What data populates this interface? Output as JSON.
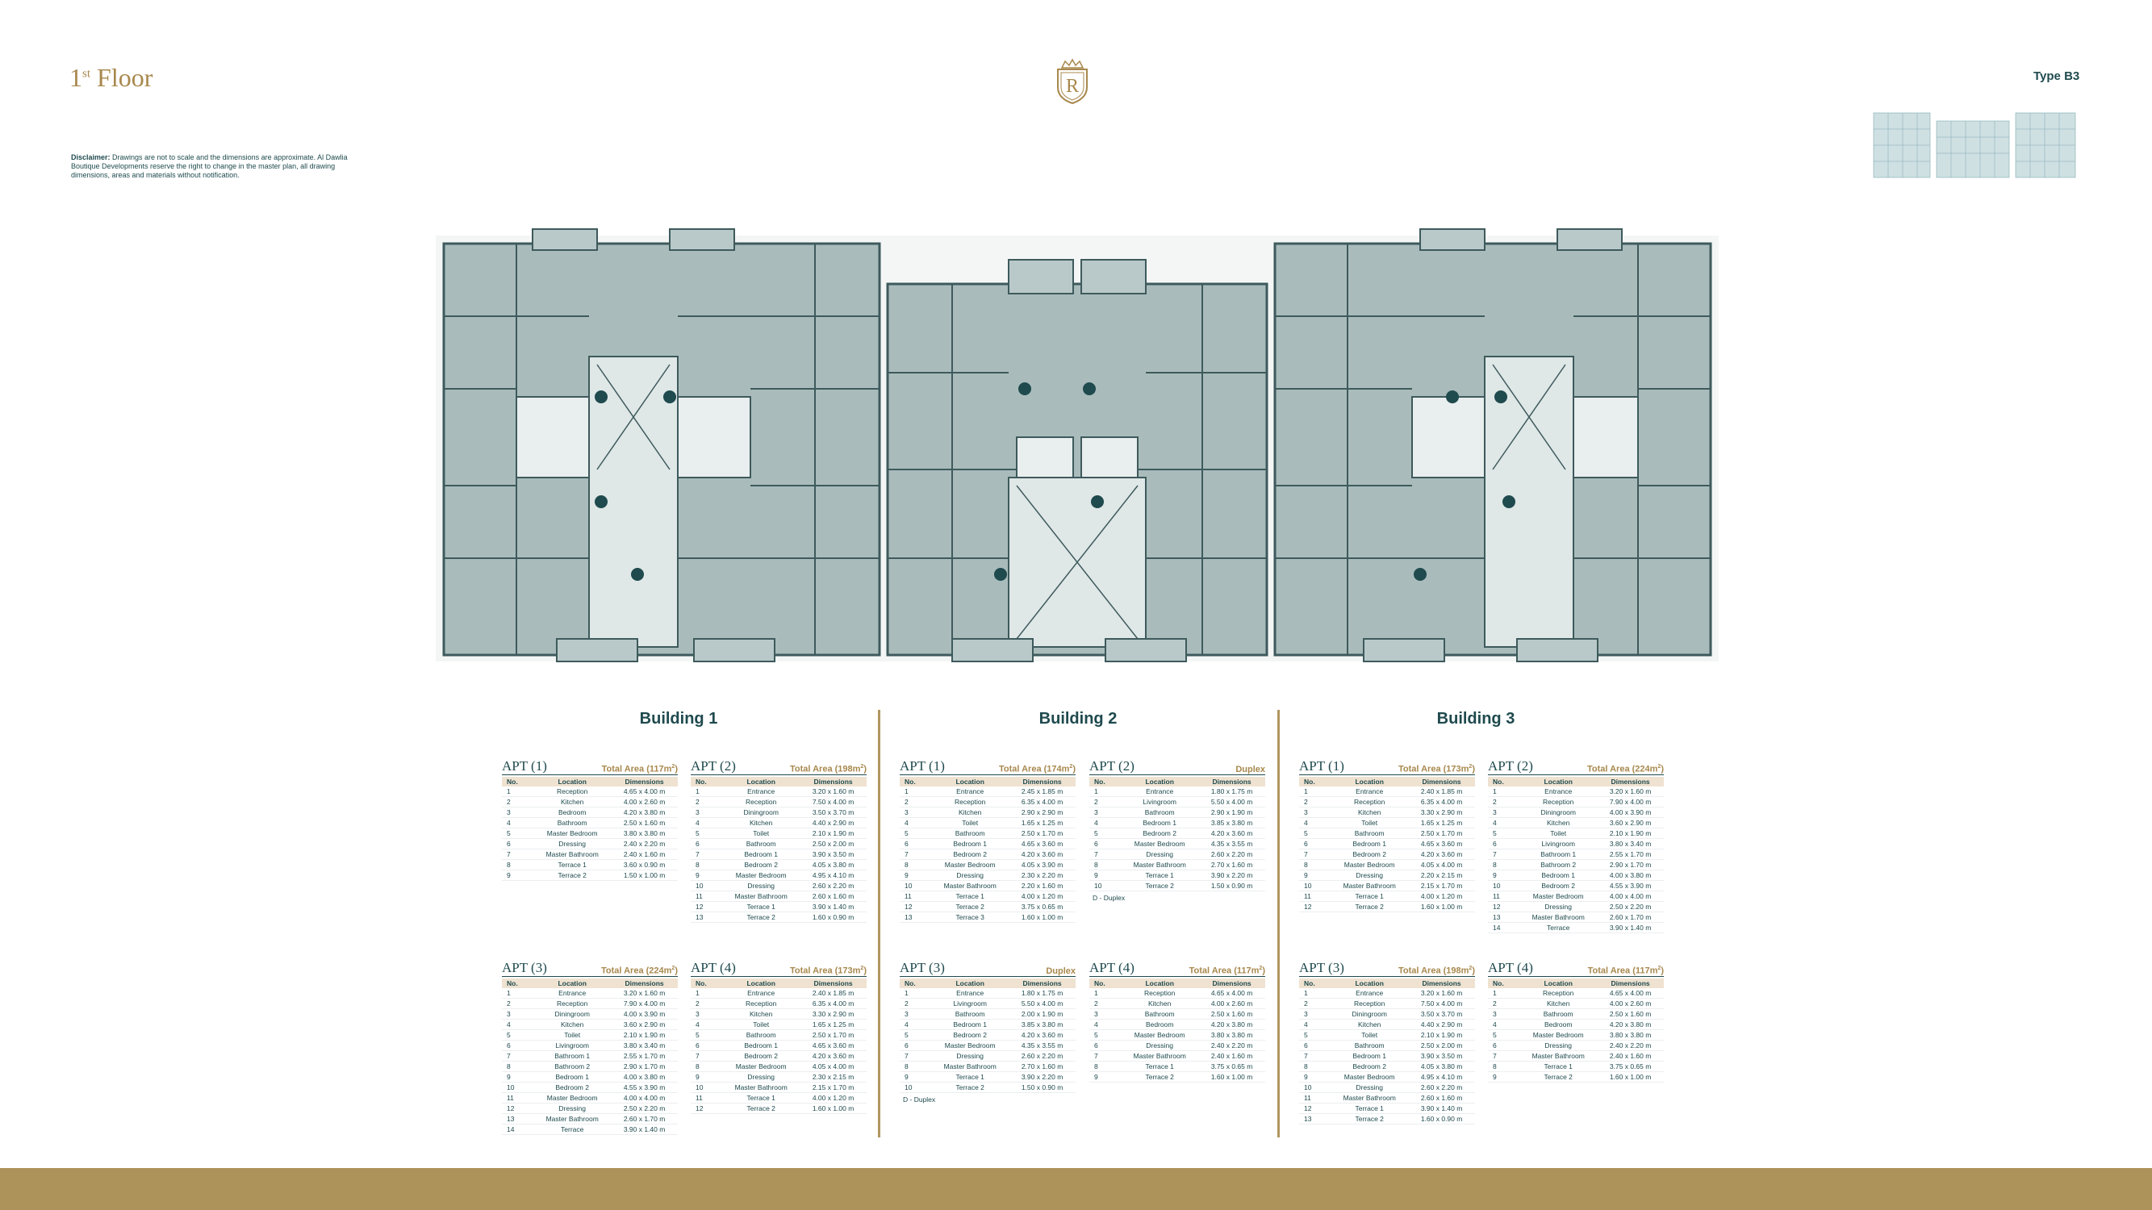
{
  "header": {
    "floor_main": "1",
    "floor_sup": "st",
    "floor_rest": " Floor",
    "type_label": "Type B3",
    "logo_letter": "R",
    "disclaimer_lead": "Disclaimer:",
    "disclaimer_text": " Drawings are not to scale and the dimensions are approximate. Al Dawlia Boutique Developments reserve the right to change in the master plan, all drawing dimensions, areas and materials without notification."
  },
  "colors": {
    "brand_gold": "#a8884d",
    "text_dark": "#1f4a4e",
    "footer_bar": "#ad9259",
    "plan_fill": "#a9bcbb",
    "header_row": "#efe2d1"
  },
  "columns": {
    "no": "No.",
    "location": "Location",
    "dimensions": "Dimensions"
  },
  "unit_sup": "2",
  "buildings": [
    {
      "name": "Building 1",
      "apartments": [
        {
          "name": "APT (1)",
          "area_label": "Total Area (117m",
          "note": "",
          "rows": [
            [
              "1",
              "Reception",
              "4.65 x 4.00 m"
            ],
            [
              "2",
              "Kitchen",
              "4.00 x 2.60 m"
            ],
            [
              "3",
              "Bedroom",
              "4.20 x 3.80 m"
            ],
            [
              "4",
              "Bathroom",
              "2.50 x 1.60 m"
            ],
            [
              "5",
              "Master Bedroom",
              "3.80 x 3.80 m"
            ],
            [
              "6",
              "Dressing",
              "2.40 x 2.20 m"
            ],
            [
              "7",
              "Master Bathroom",
              "2.40 x 1.60 m"
            ],
            [
              "8",
              "Terrace 1",
              "3.60 x 0.90 m"
            ],
            [
              "9",
              "Terrace 2",
              "1.50 x 1.00 m"
            ]
          ]
        },
        {
          "name": "APT (2)",
          "area_label": "Total Area (198m",
          "note": "",
          "rows": [
            [
              "1",
              "Entrance",
              "3.20 x 1.60 m"
            ],
            [
              "2",
              "Reception",
              "7.50 x 4.00 m"
            ],
            [
              "3",
              "Diningroom",
              "3.50 x 3.70 m"
            ],
            [
              "4",
              "Kitchen",
              "4.40 x 2.90 m"
            ],
            [
              "5",
              "Toilet",
              "2.10 x 1.90 m"
            ],
            [
              "6",
              "Bathroom",
              "2.50 x 2.00 m"
            ],
            [
              "7",
              "Bedroom 1",
              "3.90 x 3.50 m"
            ],
            [
              "8",
              "Bedroom 2",
              "4.05 x 3.80 m"
            ],
            [
              "9",
              "Master Bedroom",
              "4.95 x 4.10 m"
            ],
            [
              "10",
              "Dressing",
              "2.60 x 2.20 m"
            ],
            [
              "11",
              "Master Bathroom",
              "2.60 x 1.60 m"
            ],
            [
              "12",
              "Terrace 1",
              "3.90 x 1.40 m"
            ],
            [
              "13",
              "Terrace 2",
              "1.60 x 0.90 m"
            ]
          ]
        },
        {
          "name": "APT (3)",
          "area_label": "Total Area (224m",
          "note": "",
          "rows": [
            [
              "1",
              "Entrance",
              "3.20 x 1.60 m"
            ],
            [
              "2",
              "Reception",
              "7.90 x 4.00 m"
            ],
            [
              "3",
              "Diningroom",
              "4.00 x 3.90 m"
            ],
            [
              "4",
              "Kitchen",
              "3.60 x 2.90 m"
            ],
            [
              "5",
              "Toilet",
              "2.10 x 1.90 m"
            ],
            [
              "6",
              "Livingroom",
              "3.80 x 3.40 m"
            ],
            [
              "7",
              "Bathroom 1",
              "2.55 x 1.70 m"
            ],
            [
              "8",
              "Bathroom 2",
              "2.90 x 1.70 m"
            ],
            [
              "9",
              "Bedroom 1",
              "4.00 x 3.80 m"
            ],
            [
              "10",
              "Bedroom 2",
              "4.55 x 3.90 m"
            ],
            [
              "11",
              "Master Bedroom",
              "4.00 x 4.00 m"
            ],
            [
              "12",
              "Dressing",
              "2.50 x 2.20 m"
            ],
            [
              "13",
              "Master Bathroom",
              "2.60 x 1.70 m"
            ],
            [
              "14",
              "Terrace",
              "3.90 x 1.40 m"
            ]
          ]
        },
        {
          "name": "APT (4)",
          "area_label": "Total Area (173m",
          "note": "",
          "rows": [
            [
              "1",
              "Entrance",
              "2.40 x 1.85 m"
            ],
            [
              "2",
              "Reception",
              "6.35 x 4.00 m"
            ],
            [
              "3",
              "Kitchen",
              "3.30 x 2.90 m"
            ],
            [
              "4",
              "Toilet",
              "1.65 x 1.25 m"
            ],
            [
              "5",
              "Bathroom",
              "2.50 x 1.70 m"
            ],
            [
              "6",
              "Bedroom 1",
              "4.65 x 3.60 m"
            ],
            [
              "7",
              "Bedroom 2",
              "4.20 x 3.60 m"
            ],
            [
              "8",
              "Master Bedroom",
              "4.05 x 4.00 m"
            ],
            [
              "9",
              "Dressing",
              "2.30 x 2.15 m"
            ],
            [
              "10",
              "Master Bathroom",
              "2.15 x 1.70 m"
            ],
            [
              "11",
              "Terrace 1",
              "4.00 x 1.20 m"
            ],
            [
              "12",
              "Terrace 2",
              "1.60 x 1.00 m"
            ]
          ]
        }
      ]
    },
    {
      "name": "Building 2",
      "apartments": [
        {
          "name": "APT (1)",
          "area_label": "Total Area (174m",
          "note": "",
          "rows": [
            [
              "1",
              "Entrance",
              "2.45 x 1.85 m"
            ],
            [
              "2",
              "Reception",
              "6.35 x 4.00 m"
            ],
            [
              "3",
              "Kitchen",
              "2.90 x 2.90 m"
            ],
            [
              "4",
              "Toilet",
              "1.65 x 1.25 m"
            ],
            [
              "5",
              "Bathroom",
              "2.50 x 1.70 m"
            ],
            [
              "6",
              "Bedroom 1",
              "4.65 x 3.60 m"
            ],
            [
              "7",
              "Bedroom 2",
              "4.20 x 3.60 m"
            ],
            [
              "8",
              "Master Bedroom",
              "4.05 x 3.90 m"
            ],
            [
              "9",
              "Dressing",
              "2.30 x 2.20 m"
            ],
            [
              "10",
              "Master Bathroom",
              "2.20 x 1.60 m"
            ],
            [
              "11",
              "Terrace 1",
              "4.00 x 1.20 m"
            ],
            [
              "12",
              "Terrace 2",
              "3.75 x 0.65 m"
            ],
            [
              "13",
              "Terrace 3",
              "1.60 x 1.00 m"
            ]
          ]
        },
        {
          "name": "APT (2)",
          "area_label": "Duplex",
          "note": "D - Duplex",
          "rows": [
            [
              "1",
              "Entrance",
              "1.80 x 1.75 m"
            ],
            [
              "2",
              "Livingroom",
              "5.50 x 4.00 m"
            ],
            [
              "3",
              "Bathroom",
              "2.90 x 1.90 m"
            ],
            [
              "4",
              "Bedroom 1",
              "3.85 x 3.80 m"
            ],
            [
              "5",
              "Bedroom 2",
              "4.20 x 3.60 m"
            ],
            [
              "6",
              "Master Bedroom",
              "4.35 x 3.55 m"
            ],
            [
              "7",
              "Dressing",
              "2.60 x 2.20 m"
            ],
            [
              "8",
              "Master Bathroom",
              "2.70 x 1.60 m"
            ],
            [
              "9",
              "Terrace 1",
              "3.90 x 2.20 m"
            ],
            [
              "10",
              "Terrace 2",
              "1.50 x 0.90 m"
            ]
          ]
        },
        {
          "name": "APT (3)",
          "area_label": "Duplex",
          "note": "D - Duplex",
          "rows": [
            [
              "1",
              "Entrance",
              "1.80 x 1.75 m"
            ],
            [
              "2",
              "Livingroom",
              "5.50 x 4.00 m"
            ],
            [
              "3",
              "Bathroom",
              "2.00 x 1.90 m"
            ],
            [
              "4",
              "Bedroom 1",
              "3.85 x 3.80 m"
            ],
            [
              "5",
              "Bedroom 2",
              "4.20 x 3.60 m"
            ],
            [
              "6",
              "Master Bedroom",
              "4.35 x 3.55 m"
            ],
            [
              "7",
              "Dressing",
              "2.60 x 2.20 m"
            ],
            [
              "8",
              "Master Bathroom",
              "2.70 x 1.60 m"
            ],
            [
              "9",
              "Terrace 1",
              "3.90 x 2.20 m"
            ],
            [
              "10",
              "Terrace 2",
              "1.50 x 0.90 m"
            ]
          ]
        },
        {
          "name": "APT (4)",
          "area_label": "Total Area (117m",
          "note": "",
          "rows": [
            [
              "1",
              "Reception",
              "4.65 x 4.00 m"
            ],
            [
              "2",
              "Kitchen",
              "4.00 x 2.60 m"
            ],
            [
              "3",
              "Bathroom",
              "2.50 x 1.60 m"
            ],
            [
              "4",
              "Bedroom",
              "4.20 x 3.80 m"
            ],
            [
              "5",
              "Master Bedroom",
              "3.80 x 3.80 m"
            ],
            [
              "6",
              "Dressing",
              "2.40 x 2.20 m"
            ],
            [
              "7",
              "Master Bathroom",
              "2.40 x 1.60 m"
            ],
            [
              "8",
              "Terrace 1",
              "3.75 x 0.65 m"
            ],
            [
              "9",
              "Terrace 2",
              "1.60 x 1.00 m"
            ]
          ]
        }
      ]
    },
    {
      "name": "Building 3",
      "apartments": [
        {
          "name": "APT (1)",
          "area_label": "Total Area (173m",
          "note": "",
          "rows": [
            [
              "1",
              "Entrance",
              "2.40 x 1.85 m"
            ],
            [
              "2",
              "Reception",
              "6.35 x 4.00 m"
            ],
            [
              "3",
              "Kitchen",
              "3.30 x 2.90 m"
            ],
            [
              "4",
              "Toilet",
              "1.65 x 1.25 m"
            ],
            [
              "5",
              "Bathroom",
              "2.50 x 1.70 m"
            ],
            [
              "6",
              "Bedroom 1",
              "4.65 x 3.60 m"
            ],
            [
              "7",
              "Bedroom 2",
              "4.20 x 3.60 m"
            ],
            [
              "8",
              "Master Bedroom",
              "4.05 x 4.00 m"
            ],
            [
              "9",
              "Dressing",
              "2.20 x 2.15 m"
            ],
            [
              "10",
              "Master Bathroom",
              "2.15 x 1.70 m"
            ],
            [
              "11",
              "Terrace 1",
              "4.00 x 1.20 m"
            ],
            [
              "12",
              "Terrace 2",
              "1.60 x 1.00 m"
            ]
          ]
        },
        {
          "name": "APT (2)",
          "area_label": "Total Area (224m",
          "note": "",
          "rows": [
            [
              "1",
              "Entrance",
              "3.20 x 1.60 m"
            ],
            [
              "2",
              "Reception",
              "7.90 x 4.00 m"
            ],
            [
              "3",
              "Diningroom",
              "4.00 x 3.90 m"
            ],
            [
              "4",
              "Kitchen",
              "3.60 x 2.90 m"
            ],
            [
              "5",
              "Toilet",
              "2.10 x 1.90 m"
            ],
            [
              "6",
              "Livingroom",
              "3.80 x 3.40 m"
            ],
            [
              "7",
              "Bathroom 1",
              "2.55 x 1.70 m"
            ],
            [
              "8",
              "Bathroom 2",
              "2.90 x 1.70 m"
            ],
            [
              "9",
              "Bedroom 1",
              "4.00 x 3.80 m"
            ],
            [
              "10",
              "Bedroom 2",
              "4.55 x 3.90 m"
            ],
            [
              "11",
              "Master Bedroom",
              "4.00 x 4.00 m"
            ],
            [
              "12",
              "Dressing",
              "2.50 x 2.20 m"
            ],
            [
              "13",
              "Master Bathroom",
              "2.60 x 1.70 m"
            ],
            [
              "14",
              "Terrace",
              "3.90 x 1.40 m"
            ]
          ]
        },
        {
          "name": "APT (3)",
          "area_label": "Total Area (198m",
          "note": "",
          "rows": [
            [
              "1",
              "Entrance",
              "3.20 x 1.60 m"
            ],
            [
              "2",
              "Reception",
              "7.50 x 4.00 m"
            ],
            [
              "3",
              "Diningroom",
              "3.50 x 3.70 m"
            ],
            [
              "4",
              "Kitchen",
              "4.40 x 2.90 m"
            ],
            [
              "5",
              "Toilet",
              "2.10 x 1.90 m"
            ],
            [
              "6",
              "Bathroom",
              "2.50 x 2.00 m"
            ],
            [
              "7",
              "Bedroom 1",
              "3.90 x 3.50 m"
            ],
            [
              "8",
              "Bedroom 2",
              "4.05 x 3.80 m"
            ],
            [
              "9",
              "Master Bedroom",
              "4.95 x 4.10 m"
            ],
            [
              "10",
              "Dressing",
              "2.60 x 2.20 m"
            ],
            [
              "11",
              "Master Bathroom",
              "2.60 x 1.60 m"
            ],
            [
              "12",
              "Terrace 1",
              "3.90 x 1.40 m"
            ],
            [
              "13",
              "Terrace 2",
              "1.60 x 0.90 m"
            ]
          ]
        },
        {
          "name": "APT (4)",
          "area_label": "Total Area (117m",
          "note": "",
          "rows": [
            [
              "1",
              "Reception",
              "4.65 x 4.00 m"
            ],
            [
              "2",
              "Kitchen",
              "4.00 x 2.60 m"
            ],
            [
              "3",
              "Bathroom",
              "2.50 x 1.60 m"
            ],
            [
              "4",
              "Bedroom",
              "4.20 x 3.80 m"
            ],
            [
              "5",
              "Master Bedroom",
              "3.80 x 3.80 m"
            ],
            [
              "6",
              "Dressing",
              "2.40 x 2.20 m"
            ],
            [
              "7",
              "Master Bathroom",
              "2.40 x 1.60 m"
            ],
            [
              "8",
              "Terrace 1",
              "3.75 x 0.65 m"
            ],
            [
              "9",
              "Terrace 2",
              "1.60 x 1.00 m"
            ]
          ]
        }
      ]
    }
  ]
}
